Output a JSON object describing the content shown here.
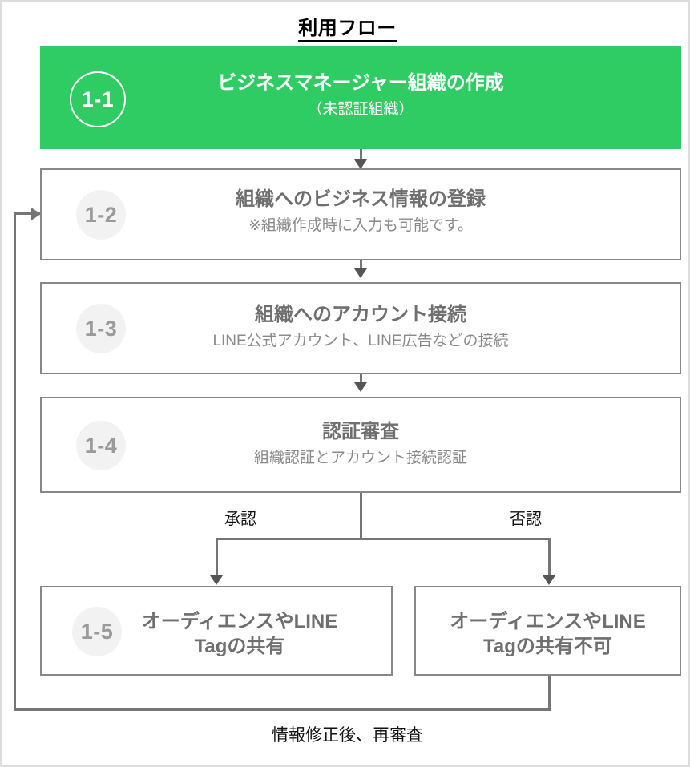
{
  "title": "利用フロー",
  "colors": {
    "accent_green": "#2ECC63",
    "box_border": "#888888",
    "connector": "#757575",
    "heading_gray": "#6f6f6f",
    "sub_gray": "#8a8a8a",
    "badge_bg": "#f2f2f2",
    "badge_text": "#9a9a9a",
    "outer_border": "#dcdcdc"
  },
  "steps": [
    {
      "id": "1-1",
      "badge": "1-1",
      "heading": "ビジネスマネージャー組織の作成",
      "sub": "（未認証組織）",
      "highlight": true
    },
    {
      "id": "1-2",
      "badge": "1-2",
      "heading": "組織へのビジネス情報の登録",
      "sub": "※組織作成時に入力も可能です。",
      "highlight": false
    },
    {
      "id": "1-3",
      "badge": "1-3",
      "heading": "組織へのアカウント接続",
      "sub": "LINE公式アカウント、LINE広告などの接続",
      "highlight": false
    },
    {
      "id": "1-4",
      "badge": "1-4",
      "heading": "認証審査",
      "sub": "組織認証とアカウント接続認証",
      "highlight": false
    }
  ],
  "branches": {
    "approve_label": "承認",
    "reject_label": "否認"
  },
  "outcomes": [
    {
      "id": "1-5",
      "badge": "1-5",
      "line1": "オーディエンスやLINE",
      "line2": "Tagの共有"
    },
    {
      "id": "reject",
      "badge": "",
      "line1": "オーディエンスやLINE",
      "line2": "Tagの共有不可"
    }
  ],
  "footer_note": "情報修正後、再審査"
}
